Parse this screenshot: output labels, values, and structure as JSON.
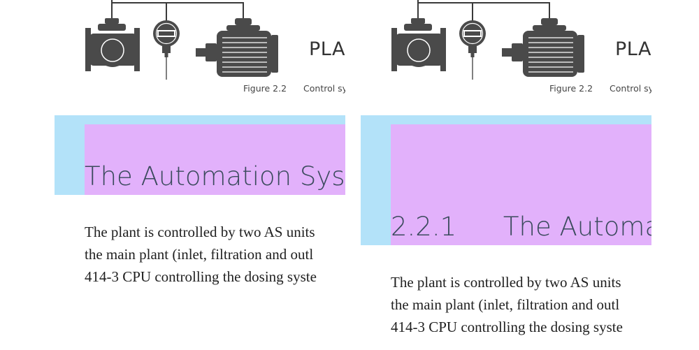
{
  "figure": {
    "title": "PLA",
    "caption_label": "Figure 2.2",
    "caption_text": "Control syst"
  },
  "left": {
    "heading": "The Automation Syst",
    "body_lines": [
      "The plant is controlled by two AS units",
      "the main plant (inlet, filtration and outl",
      "414-3 CPU controlling the dosing syste"
    ]
  },
  "right": {
    "heading_number": "2.2.1",
    "heading": "The Automa",
    "body_lines": [
      "The plant is controlled by two AS units",
      "the main plant (inlet, filtration and outl",
      "414-3 CPU controlling the dosing syste"
    ]
  },
  "colors": {
    "margin_highlight": "#b3e2f9",
    "padding_highlight": "#e2b1fb",
    "heading_text": "#3a4a5c",
    "icon_fill": "#4a4a4a"
  }
}
